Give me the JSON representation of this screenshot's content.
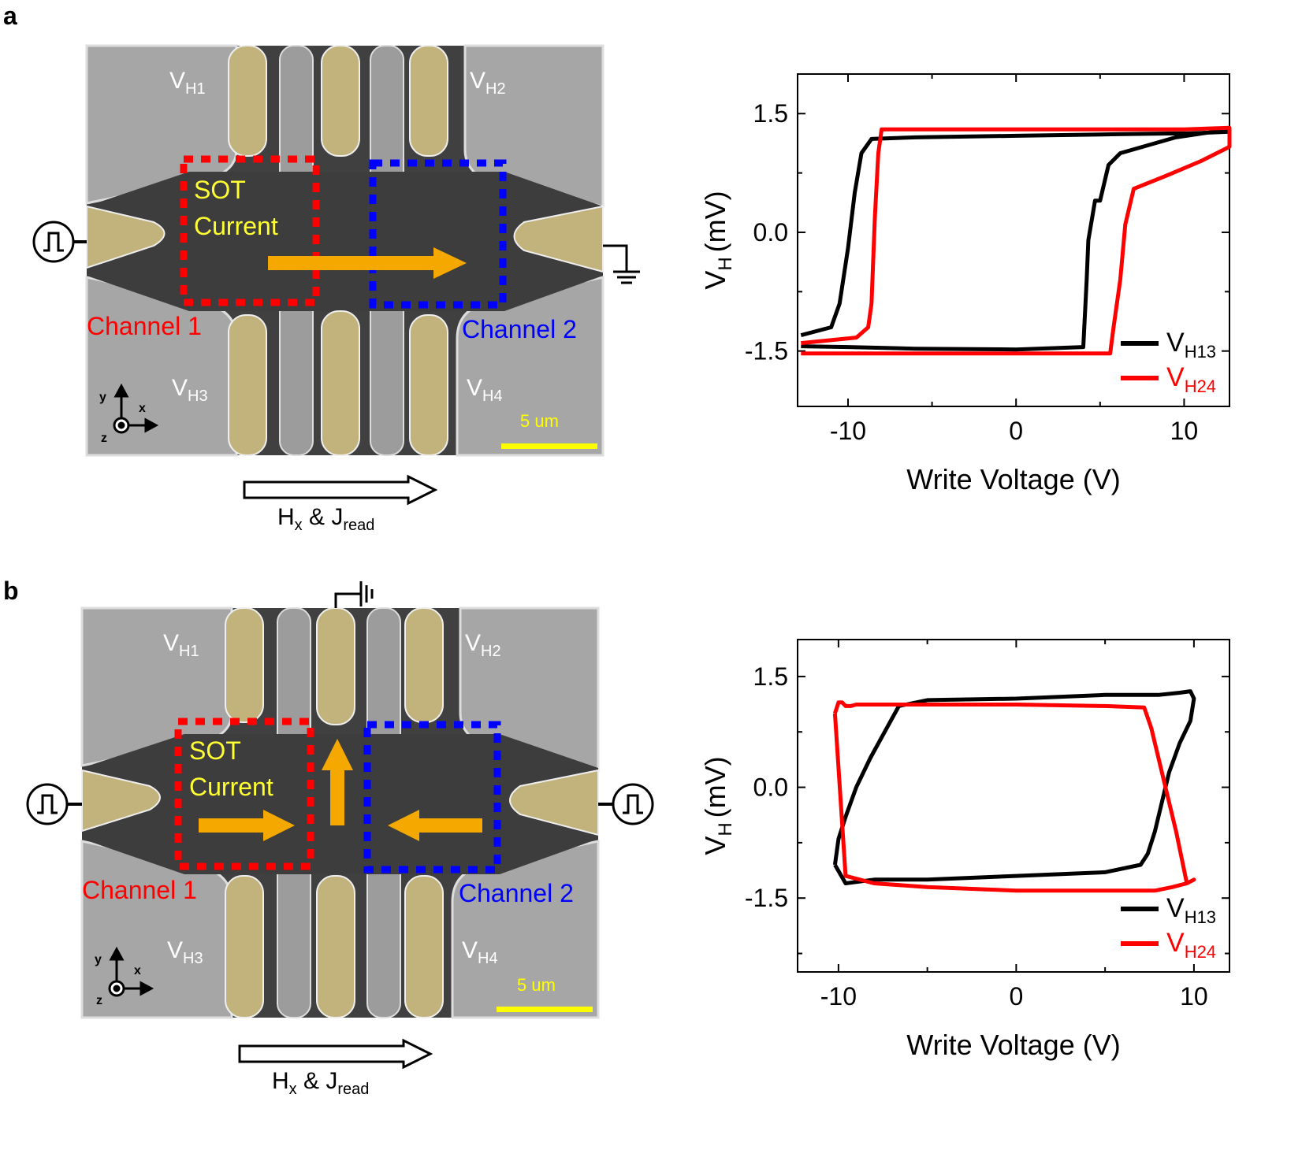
{
  "panels": [
    {
      "letter": "a",
      "micrograph": {
        "labels": {
          "vh1": {
            "main": "V",
            "sub": "H1"
          },
          "vh2": {
            "main": "V",
            "sub": "H2"
          },
          "vh3": {
            "main": "V",
            "sub": "H3"
          },
          "vh4": {
            "main": "V",
            "sub": "H4"
          }
        },
        "sot_line1": "SOT",
        "sot_line2": "Current",
        "channel1": "Channel 1",
        "channel2": "Channel 2",
        "scale_bar": "5 um",
        "axes": {
          "y": "y",
          "x": "x",
          "z": "z"
        },
        "field_label": {
          "h": "H",
          "h_sub": "x",
          "amp": " & ",
          "j": "J",
          "j_sub": "read"
        },
        "left_terminal": "pulse-source",
        "right_terminal": "ground"
      },
      "chart_data": {
        "type": "line",
        "xlabel": "Write Voltage  (V)",
        "ylabel": {
          "main": "V",
          "sub": "H",
          "unit": "(mV)"
        },
        "xlim": [
          -13,
          12.7
        ],
        "ylim": [
          -2.2,
          2.0
        ],
        "xticks": [
          -10,
          0,
          10
        ],
        "xticklabels": [
          "-10",
          "0",
          "10"
        ],
        "yticks": [
          1.5,
          0.0,
          -1.5
        ],
        "yticklabels": [
          "1.5",
          "0.0",
          "-1.5"
        ],
        "series": [
          {
            "name": {
              "main": "V",
              "sub": "H13"
            },
            "color": "#000000",
            "x": [
              -12.8,
              -11.0,
              -10.5,
              -10.0,
              -9.6,
              -9.2,
              -8.6,
              -6,
              0,
              6,
              9.5,
              10.3,
              12.7,
              12.7,
              9.5,
              6.2,
              5.5,
              5.0,
              4.7,
              4.3,
              4.2,
              4.0,
              0,
              -6,
              -10,
              -12.8
            ],
            "y": [
              -1.3,
              -1.2,
              -0.9,
              -0.2,
              0.5,
              1.0,
              1.18,
              1.2,
              1.22,
              1.24,
              1.25,
              1.25,
              1.27,
              1.3,
              1.2,
              1.0,
              0.85,
              0.4,
              0.4,
              -0.1,
              -0.6,
              -1.45,
              -1.48,
              -1.47,
              -1.45,
              -1.44
            ]
          },
          {
            "name": {
              "main": "V",
              "sub": "H24"
            },
            "color": "#ff0000",
            "x": [
              -12.8,
              -9.5,
              -8.8,
              -8.6,
              -8.4,
              -8.2,
              -8.0,
              0,
              10,
              12.7,
              12.7,
              11.0,
              9.0,
              7.0,
              6.5,
              6.2,
              5.8,
              5.6,
              0,
              -6,
              -12.8
            ],
            "y": [
              -1.4,
              -1.33,
              -1.2,
              -0.9,
              0.2,
              1.0,
              1.3,
              1.3,
              1.3,
              1.32,
              1.08,
              0.9,
              0.72,
              0.55,
              0.1,
              -0.6,
              -1.2,
              -1.53,
              -1.53,
              -1.53,
              -1.53
            ]
          }
        ]
      }
    },
    {
      "letter": "b",
      "micrograph": {
        "labels": {
          "vh1": {
            "main": "V",
            "sub": "H1"
          },
          "vh2": {
            "main": "V",
            "sub": "H2"
          },
          "vh3": {
            "main": "V",
            "sub": "H3"
          },
          "vh4": {
            "main": "V",
            "sub": "H4"
          }
        },
        "sot_line1": "SOT",
        "sot_line2": "Current",
        "channel1": "Channel 1",
        "channel2": "Channel 2",
        "scale_bar": "5 um",
        "axes": {
          "y": "y",
          "x": "x",
          "z": "z"
        },
        "field_label": {
          "h": "H",
          "h_sub": "x",
          "amp": " & ",
          "j": "J",
          "j_sub": "read"
        },
        "left_terminal": "pulse-source",
        "right_terminal": "pulse-source",
        "top_terminal": "ground"
      },
      "chart_data": {
        "type": "line",
        "xlabel": "Write Voltage  (V)",
        "ylabel": {
          "main": "V",
          "sub": "H",
          "unit": "(mV)"
        },
        "xlim": [
          -12.3,
          12.0
        ],
        "ylim": [
          -2.5,
          2.0
        ],
        "xticks": [
          -10,
          0,
          10
        ],
        "xticklabels": [
          "-10",
          "0",
          "10"
        ],
        "yticks": [
          1.5,
          0.0,
          -1.5
        ],
        "yticklabels": [
          "1.5",
          "0.0",
          "-1.5"
        ],
        "series": [
          {
            "name": {
              "main": "V",
              "sub": "H13"
            },
            "color": "#000000",
            "x": [
              -10.2,
              -10.0,
              -9.6,
              -9.0,
              -8.2,
              -7.4,
              -6.6,
              -5,
              0,
              5,
              8,
              9.2,
              9.8,
              10.0,
              9.8,
              9.2,
              8.6,
              8.2,
              7.8,
              7.4,
              7.0,
              5,
              0,
              -5,
              -8,
              -9.6,
              -10.2
            ],
            "y": [
              -1.05,
              -0.7,
              -0.4,
              0.0,
              0.4,
              0.75,
              1.1,
              1.18,
              1.2,
              1.25,
              1.25,
              1.28,
              1.3,
              1.2,
              0.9,
              0.6,
              0.2,
              -0.2,
              -0.6,
              -0.9,
              -1.05,
              -1.15,
              -1.2,
              -1.25,
              -1.25,
              -1.3,
              -1.05
            ]
          },
          {
            "name": {
              "main": "V",
              "sub": "H24"
            },
            "color": "#ff0000",
            "x": [
              -10.2,
              -10.0,
              -9.8,
              -9.6,
              -9.3,
              -9.0,
              -8,
              -5,
              0,
              5,
              7.2,
              7.6,
              8.0,
              8.4,
              9.0,
              9.6,
              10.0,
              9.6,
              8.8,
              7.8,
              5,
              0,
              -5,
              -8,
              -9.6,
              -10.2
            ],
            "y": [
              1.0,
              1.15,
              1.15,
              1.1,
              1.1,
              1.12,
              1.12,
              1.12,
              1.12,
              1.1,
              1.08,
              0.8,
              0.4,
              0.0,
              -0.6,
              -1.3,
              -1.25,
              -1.3,
              -1.35,
              -1.4,
              -1.4,
              -1.4,
              -1.35,
              -1.3,
              -1.2,
              1.0
            ]
          }
        ]
      }
    }
  ],
  "colors": {
    "channel1": "#ff0000",
    "channel2": "#0000ff",
    "arrow": "#f5a800",
    "gold": "#c2b27c",
    "sot_text": "#ffff33",
    "scalebar": "#ffff00",
    "device_dark": "#404040",
    "pad_gray": "#a6a6a6"
  }
}
